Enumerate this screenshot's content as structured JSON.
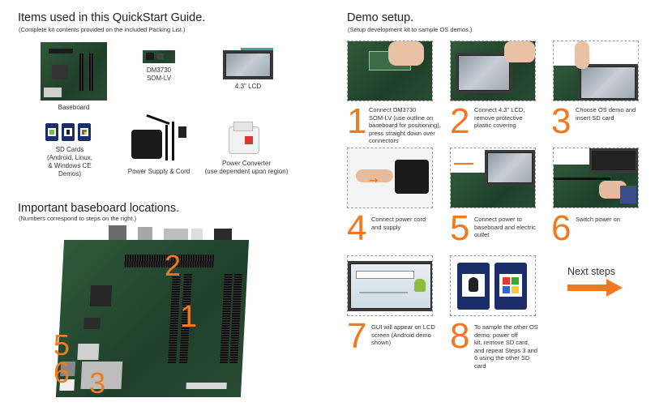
{
  "left": {
    "items_title": "Items used in this QuickStart Guide.",
    "items_subtitle": "(Complete kit contents provided on the included Packing List.)",
    "items": {
      "baseboard": "Baseboard",
      "som_line1": "DM3730",
      "som_line2": "SOM-LV",
      "lcd": "4.3\" LCD",
      "sd_line1": "SD Cards",
      "sd_line2": "(Android, Linux,",
      "sd_line3": "& Windows CE",
      "sd_line4": "Demos)",
      "power_supply": "Power Supply & Cord",
      "converter_line1": "Power Converter",
      "converter_line2": "(use dependent upon region)"
    },
    "locations_title": "Important baseboard locations.",
    "locations_subtitle": "(Numbers correspond to steps on the right.)",
    "markers": [
      "1",
      "2",
      "3",
      "5",
      "6"
    ]
  },
  "right": {
    "title": "Demo setup.",
    "subtitle": "(Setup development kit to sample OS demos.)",
    "steps": [
      {
        "num": "1",
        "lines": [
          "Connect DM3730",
          "SOM-LV (use outline on",
          "baseboard for positioning),",
          "press straight down over",
          "connectors"
        ]
      },
      {
        "num": "2",
        "lines": [
          "Connect 4.3\" LCD,",
          "remove protective",
          "plastic covering"
        ]
      },
      {
        "num": "3",
        "lines": [
          "Choose OS demo and",
          "insert SD card"
        ]
      },
      {
        "num": "4",
        "lines": [
          "Connect power cord",
          "and supply"
        ]
      },
      {
        "num": "5",
        "lines": [
          "Connect power to",
          "baseboard and electric",
          "outlet"
        ]
      },
      {
        "num": "6",
        "lines": [
          "Switch power on"
        ]
      },
      {
        "num": "7",
        "lines": [
          "GUI will appear on LCD",
          "screen (Android demo",
          "shown)"
        ]
      },
      {
        "num": "8",
        "lines": [
          "To sample the other OS",
          "demo: power off",
          "kit, remove SD card,",
          "and repeat Steps 3 and",
          "6 using the other SD",
          "card"
        ]
      }
    ],
    "next_steps": "Next steps"
  },
  "colors": {
    "accent": "#f07a22",
    "text": "#222222"
  }
}
